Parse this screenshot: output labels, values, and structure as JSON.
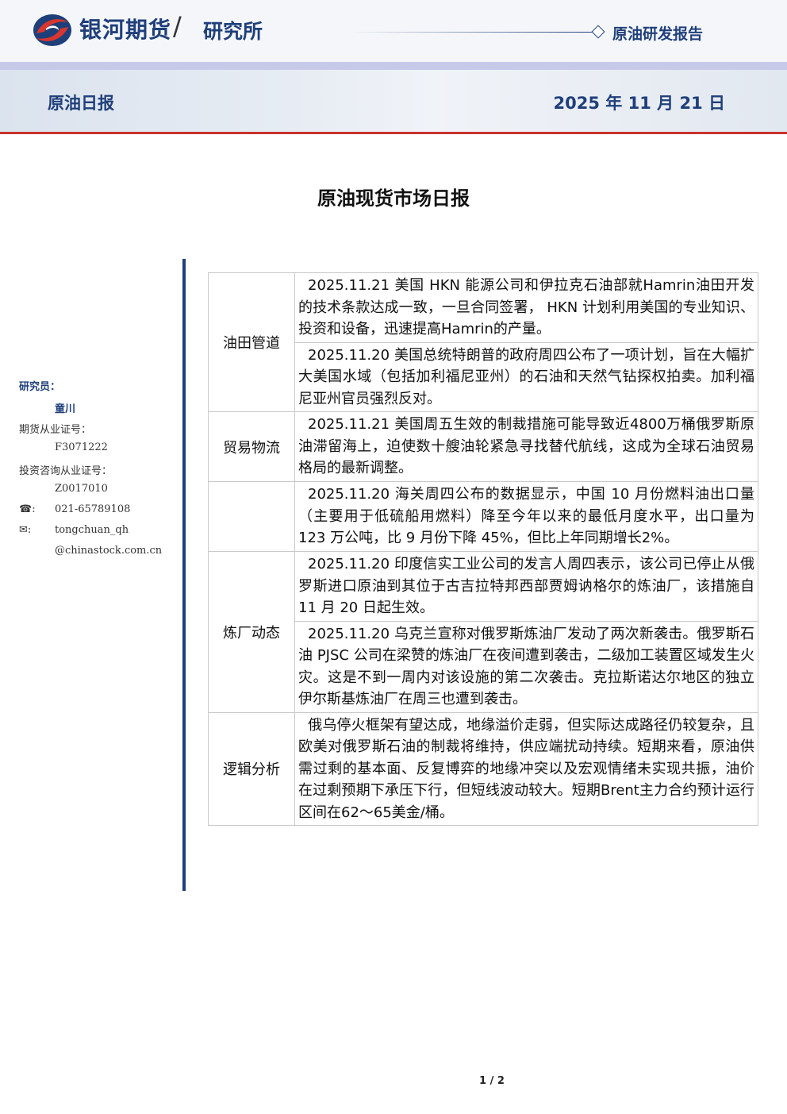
{
  "header": {
    "brand": "银河期货",
    "slash": "/",
    "institute": "研究所",
    "report_type": "原油研发报告"
  },
  "title_band": {
    "left": "原油日报",
    "date": "2025 年 11 月 21 日"
  },
  "doc_title": "原油现货市场日报",
  "sidebar": {
    "researcher_label": "研究员：",
    "researcher_name": "童川",
    "license_label": "期货从业证号：",
    "license_no": "F3071222",
    "consult_label": "投资咨询从业证号：",
    "consult_no": "Z0017010",
    "phone_icon": "☎:",
    "phone": "021-65789108",
    "email_icon": "✉:",
    "email_1": "tongchuan_qh",
    "email_2": "@chinastock.com.cn"
  },
  "table": {
    "rows": [
      {
        "category": "油田管道",
        "text": "2025.11.21 美国 HKN 能源公司和伊拉克石油部就Hamrin油田开发的技术条款达成一致，一旦合同签署， HKN 计划利用美国的专业知识、投资和设备，迅速提高Hamrin的产量。"
      },
      {
        "category": "",
        "text": "2025.11.20 美国总统特朗普的政府周四公布了一项计划，旨在大幅扩大美国水域（包括加利福尼亚州）的石油和天然气钻探权拍卖。加利福尼亚州官员强烈反对。"
      },
      {
        "category": "贸易物流",
        "text": "2025.11.21 美国周五生效的制裁措施可能导致近4800万桶俄罗斯原油滞留海上，迫使数十艘油轮紧急寻找替代航线，这成为全球石油贸易格局的最新调整。"
      },
      {
        "category": "",
        "text": "2025.11.20 海关周四公布的数据显示，中国 10 月份燃料油出口量（主要用于低硫船用燃料）降至今年以来的最低月度水平，出口量为 123 万公吨，比 9 月份下降 45%，但比上年同期增长2%。"
      },
      {
        "category": "炼厂动态",
        "text": "2025.11.20 印度信实工业公司的发言人周四表示，该公司已停止从俄罗斯进口原油到其位于古吉拉特邦西部贾姆讷格尔的炼油厂，该措施自 11 月 20 日起生效。"
      },
      {
        "category": "",
        "text": "2025.11.20 乌克兰宣称对俄罗斯炼油厂发动了两次新袭击。俄罗斯石油 PJSC 公司在梁赞的炼油厂在夜间遭到袭击，二级加工装置区域发生火灾。这是不到一周内对该设施的第二次袭击。克拉斯诺达尔地区的独立伊尔斯基炼油厂在周三也遭到袭击。"
      },
      {
        "category": "逻辑分析",
        "text": "俄乌停火框架有望达成，地缘溢价走弱，但实际达成路径仍较复杂，且欧美对俄罗斯石油的制裁将维持，供应端扰动持续。短期来看，原油供需过剩的基本面、反复博弈的地缘冲突以及宏观情绪未实现共振，油价在过剩预期下承压下行，但短线波动较大。短期Brent主力合约预计运行区间在62～65美金/桶。"
      }
    ]
  },
  "page_number": "1 / 2"
}
